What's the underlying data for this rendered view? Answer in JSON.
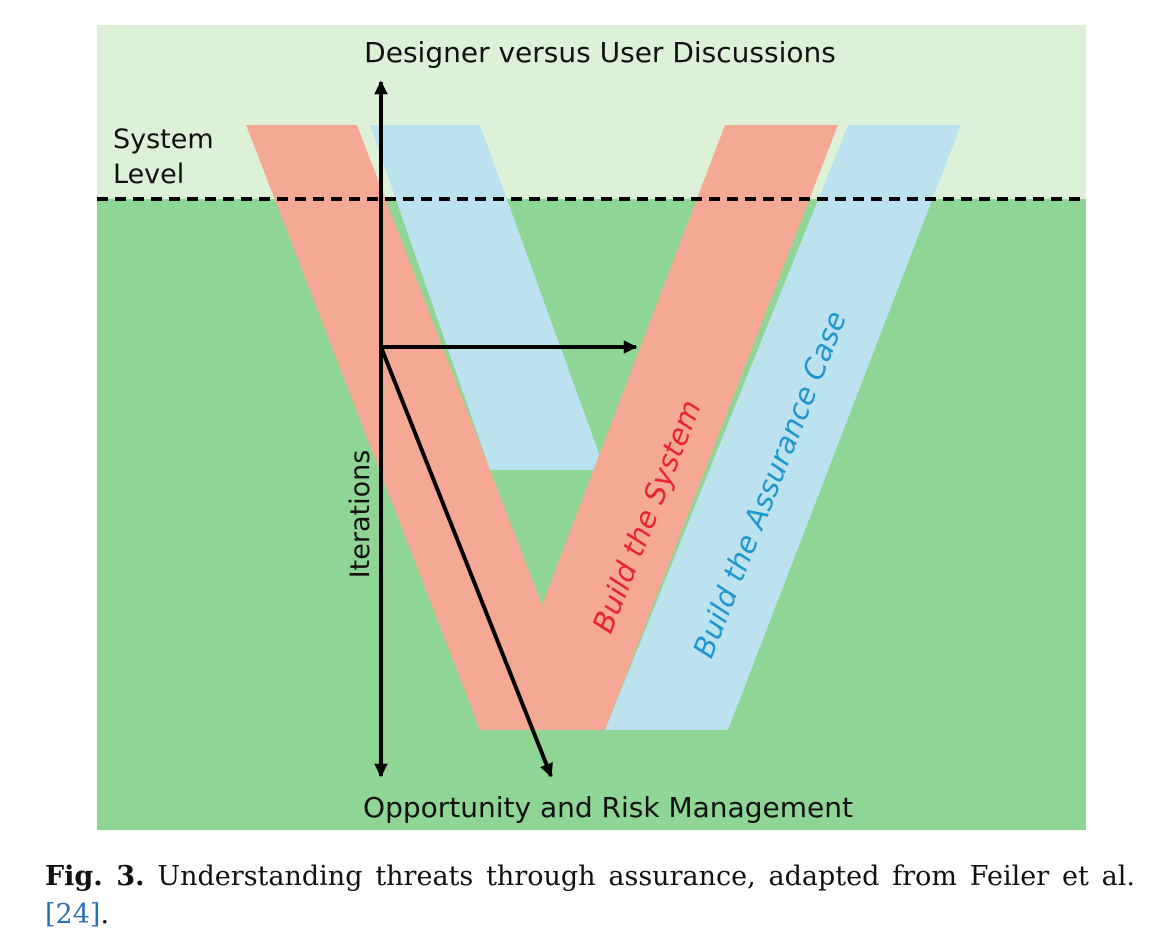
{
  "diagram": {
    "top_label": "Designer versus User Discussions",
    "bottom_label": "Opportunity and Risk Management",
    "system_level_label_line1": "System",
    "system_level_label_line2": "Level",
    "iterations_label": "Iterations",
    "build_system_label": "Build the System",
    "build_assurance_label": "Build the Assurance Case"
  },
  "caption": {
    "label": "Fig. 3.",
    "text": " Understanding threats through assurance, adapted from Feiler et al. ",
    "reference": "[24]",
    "end": "."
  },
  "colors": {
    "system_level_band": "#ddf1d8",
    "background": "#8fd595",
    "build_system": "#f5a995",
    "build_assurance": "#bde2ef",
    "build_system_text": "#e8242c",
    "build_assurance_text": "#1f96cf",
    "arrows": "#000000"
  }
}
